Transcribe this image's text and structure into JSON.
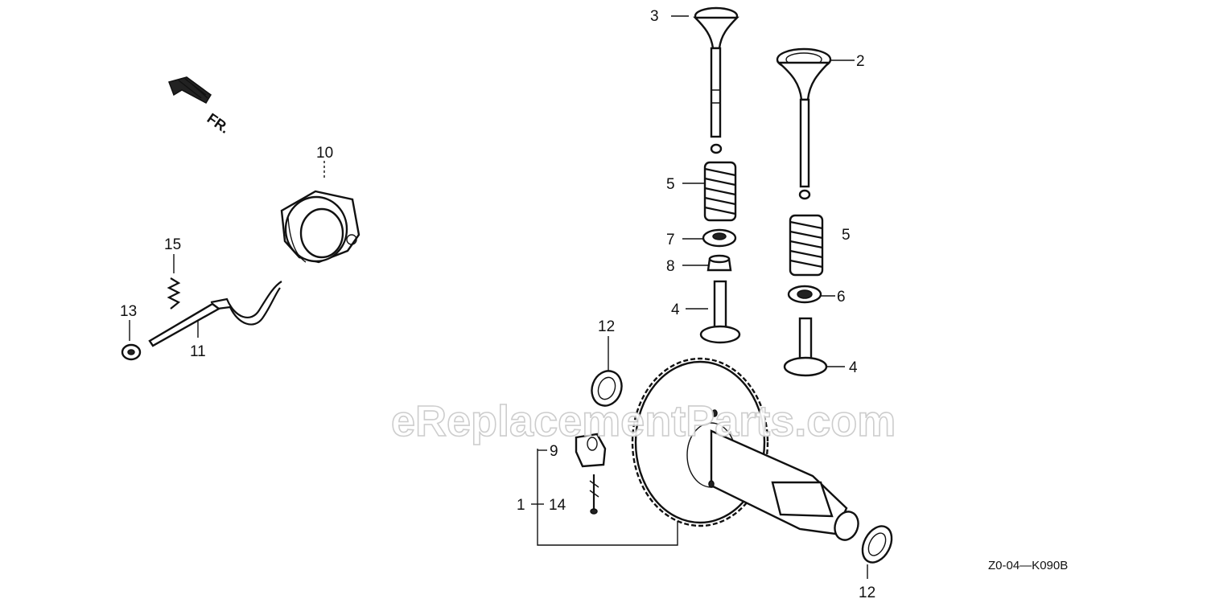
{
  "diagram": {
    "direction_arrow": "FR.",
    "diagram_code": "Z0-04—K090B",
    "watermark": "eReplacementParts.com",
    "callouts": {
      "c1": "1",
      "c2": "2",
      "c3": "3",
      "c4a": "4",
      "c4b": "4",
      "c5a": "5",
      "c5b": "5",
      "c6": "6",
      "c7": "7",
      "c8": "8",
      "c9": "9",
      "c10": "10",
      "c11": "11",
      "c12a": "12",
      "c12b": "12",
      "c13": "13",
      "c14": "14",
      "c15": "15"
    }
  }
}
